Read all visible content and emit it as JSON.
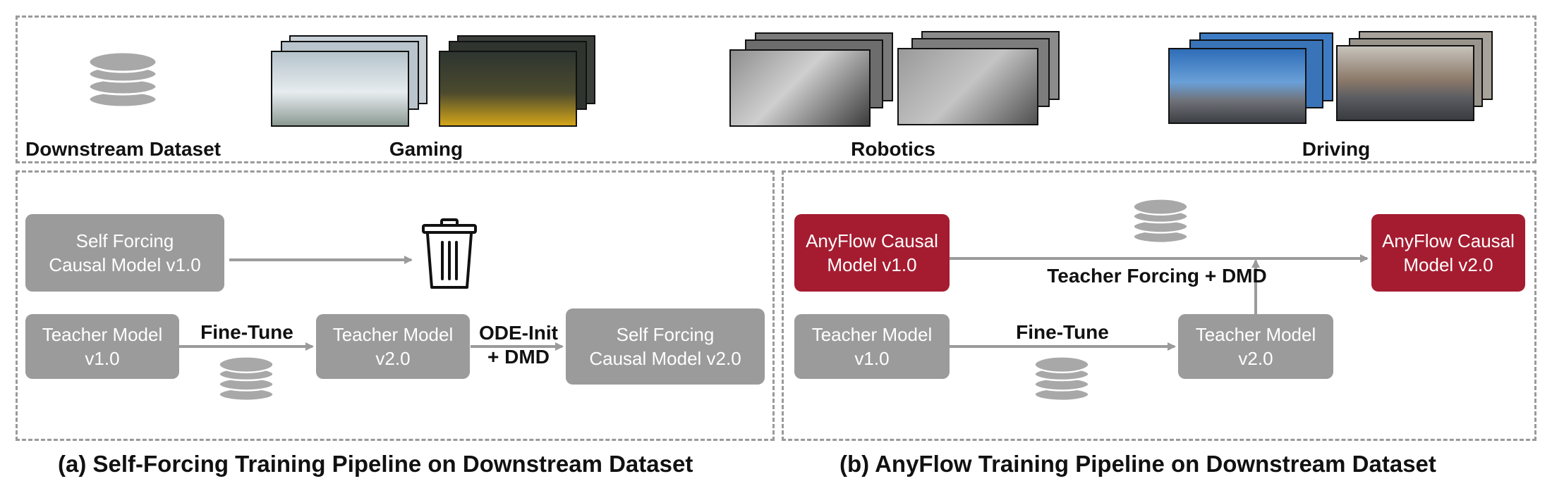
{
  "dataset_row": {
    "label": "Downstream Dataset",
    "domains": [
      "Gaming",
      "Robotics",
      "Driving"
    ]
  },
  "panel_a": {
    "self_forcing_v1": [
      "Self Forcing",
      "Causal Model v1.0"
    ],
    "teacher_v1": [
      "Teacher Model",
      "v1.0"
    ],
    "teacher_v2": [
      "Teacher Model",
      "v2.0"
    ],
    "self_forcing_v2": [
      "Self Forcing",
      "Causal Model v2.0"
    ],
    "fine_tune_label": "Fine-Tune",
    "ode_label": [
      "ODE-Init",
      "+ DMD"
    ],
    "caption": "(a) Self-Forcing Training Pipeline on Downstream Dataset"
  },
  "panel_b": {
    "anyflow_v1": [
      "AnyFlow Causal",
      "Model v1.0"
    ],
    "anyflow_v2": [
      "AnyFlow Causal",
      "Model v2.0"
    ],
    "teacher_v1": [
      "Teacher Model",
      "v1.0"
    ],
    "teacher_v2": [
      "Teacher Model",
      "v2.0"
    ],
    "fine_tune_label": "Fine-Tune",
    "tf_dmd_label": "Teacher Forcing + DMD",
    "caption": "(b) AnyFlow Training Pipeline on Downstream Dataset"
  },
  "colors": {
    "gray_box": "#9b9b9b",
    "red_box": "#a51c30",
    "arrow": "#9b9b9b",
    "dashed_border": "#9a9a9a"
  },
  "icons": [
    "database-icon",
    "trash-icon"
  ]
}
